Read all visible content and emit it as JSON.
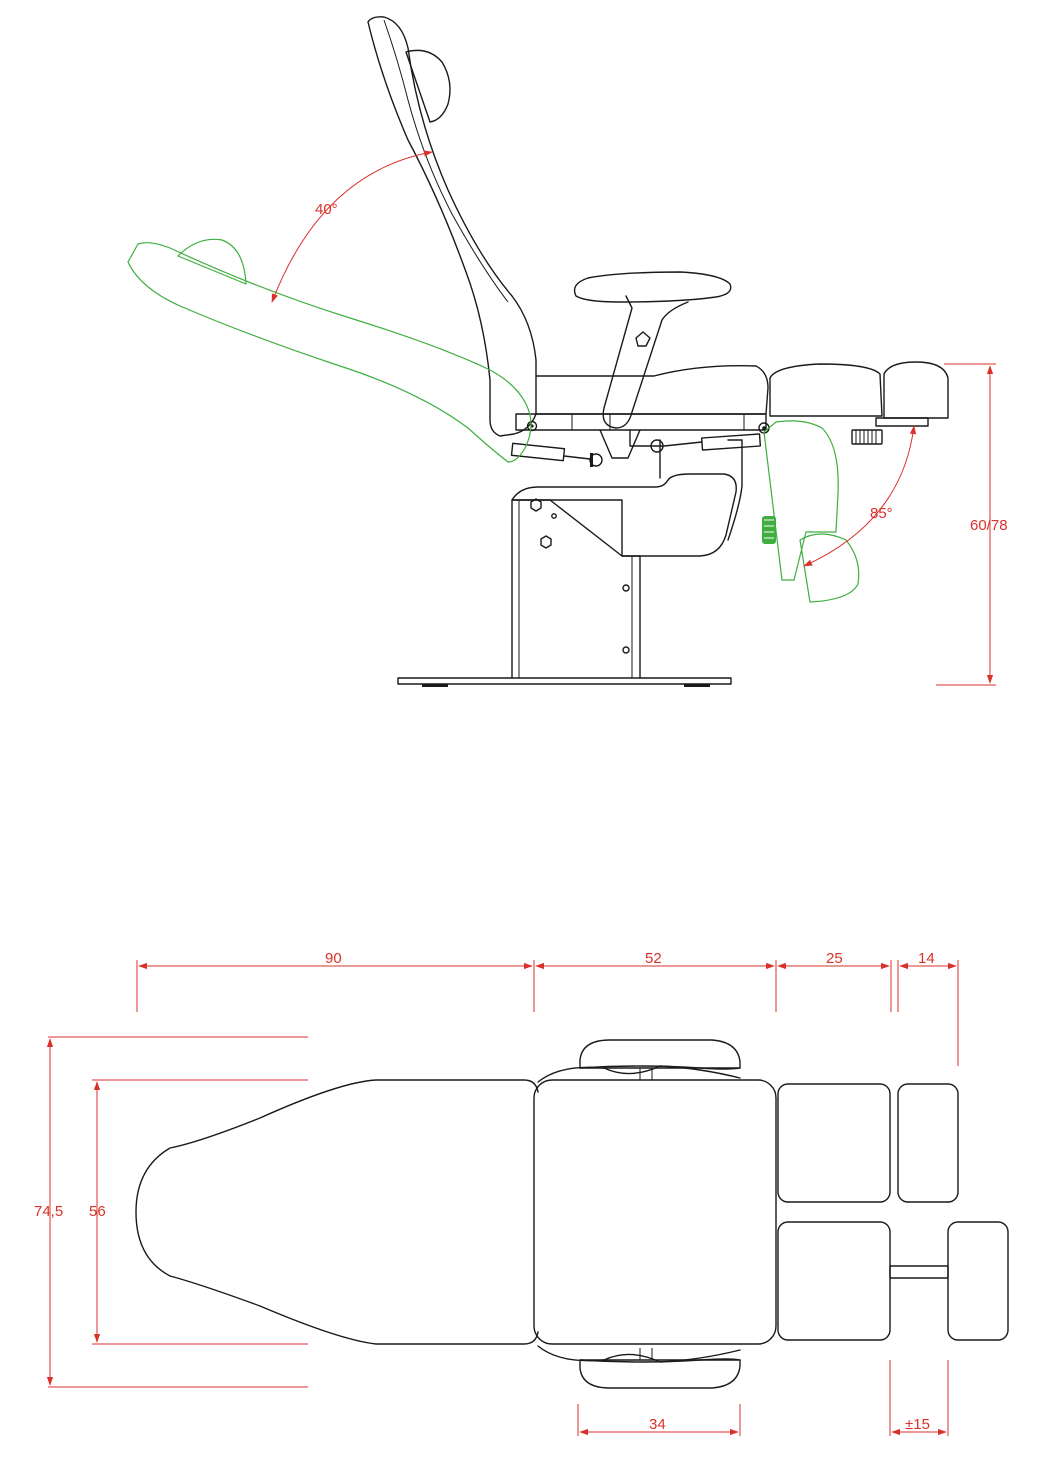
{
  "colors": {
    "outline": "#1a1a1a",
    "alternate_position": "#3fae3f",
    "dimension": "#d9322a"
  },
  "side_view": {
    "backrest_angle": "40°",
    "legrest_angle": "85°",
    "height": "60/78"
  },
  "top_view": {
    "length_backrest": "90",
    "length_seat": "52",
    "length_legrest": "25",
    "length_footrest": "14",
    "width_overall": "74,5",
    "width_seat": "56",
    "armrest_width": "34",
    "footrest_adjust": "±15"
  }
}
